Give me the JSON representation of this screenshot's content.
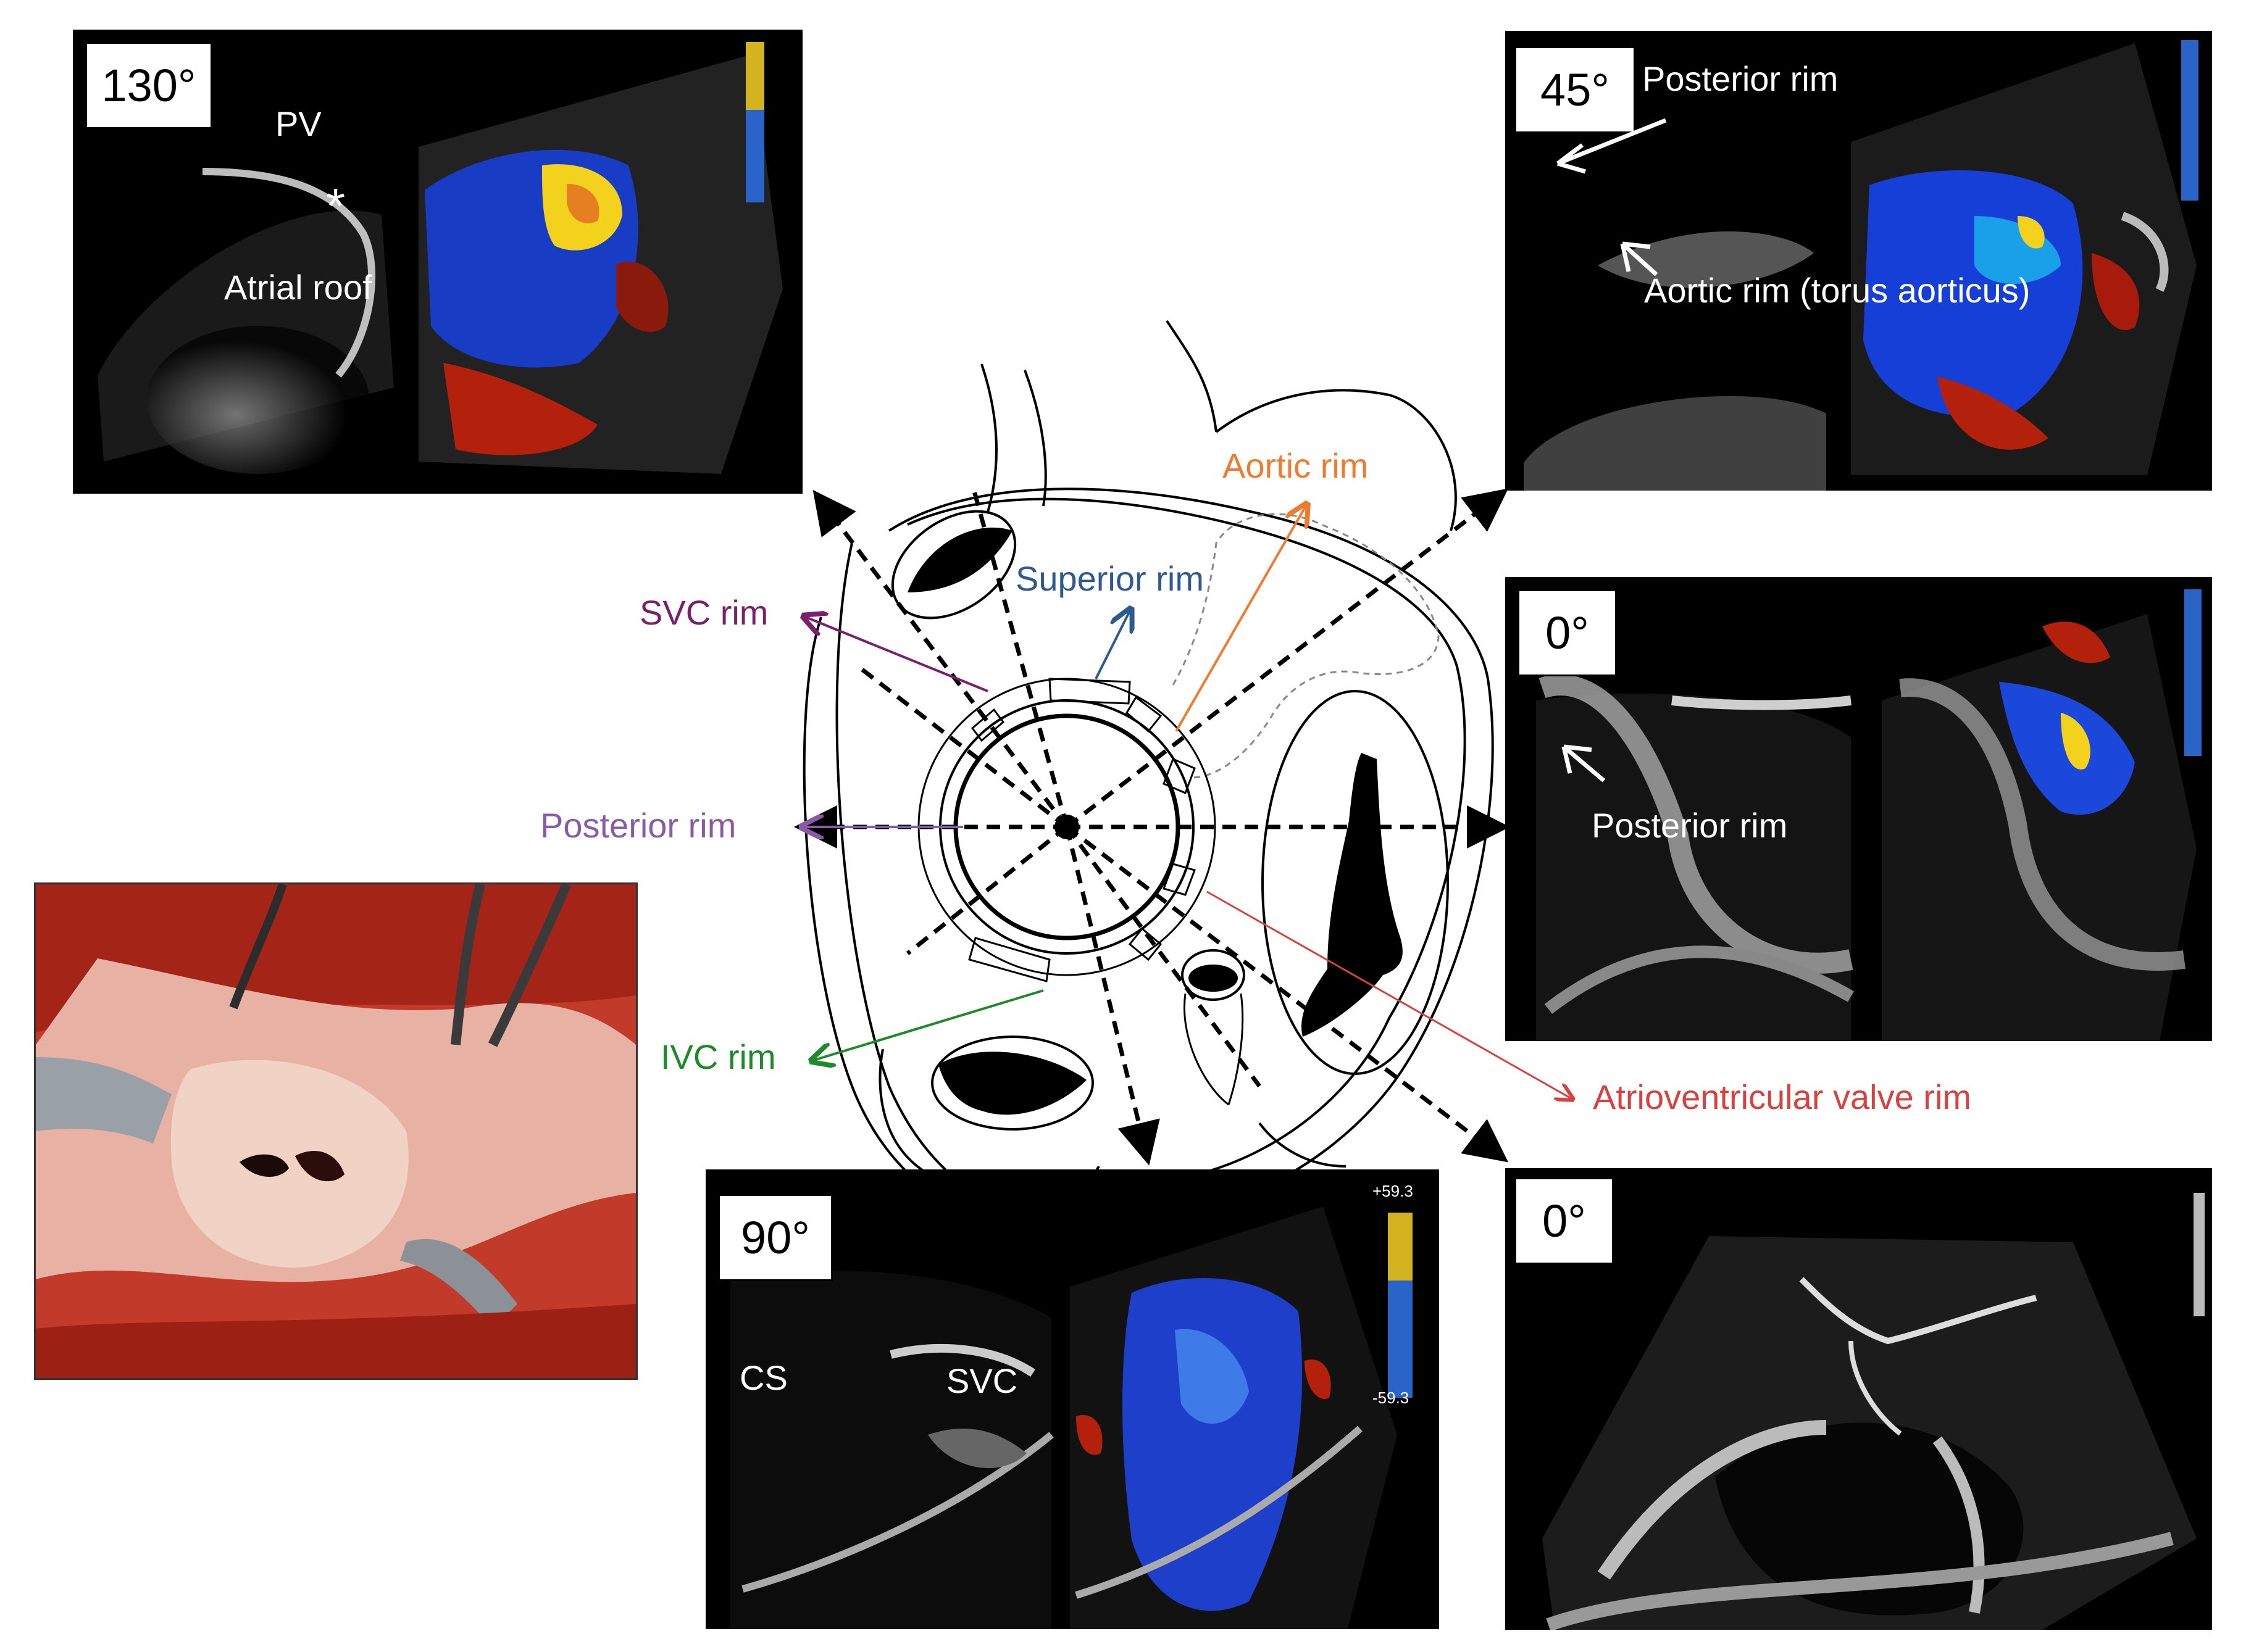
{
  "panels": {
    "p130": {
      "angle": "130°",
      "labels": {
        "pv": "PV",
        "star": "*",
        "atrial_roof": "Atrial roof"
      }
    },
    "p45": {
      "angle": "45°",
      "labels": {
        "posterior_rim": "Posterior rim",
        "aortic_rim": "Aortic rim (torus aorticus)"
      }
    },
    "p0a": {
      "angle": "0°",
      "labels": {
        "posterior_rim": "Posterior rim"
      }
    },
    "p90": {
      "angle": "90°",
      "labels": {
        "cs": "CS",
        "svc": "SVC"
      },
      "scale_top": "+59.3",
      "scale_bottom": "-59.3"
    },
    "p0b": {
      "angle": "0°"
    }
  },
  "rims": {
    "aortic": {
      "text": "Aortic rim",
      "color": "#f07b2e"
    },
    "superior": {
      "text": "Superior rim",
      "color": "#2f5a8f"
    },
    "svc": {
      "text": "SVC rim",
      "color": "#7a1f6e"
    },
    "posterior": {
      "text": "Posterior rim",
      "color": "#8a5aa6"
    },
    "ivc": {
      "text": "IVC rim",
      "color": "#1f8a2a"
    },
    "av": {
      "text": "Atrioventricular valve rim",
      "color": "#d9413e"
    }
  }
}
